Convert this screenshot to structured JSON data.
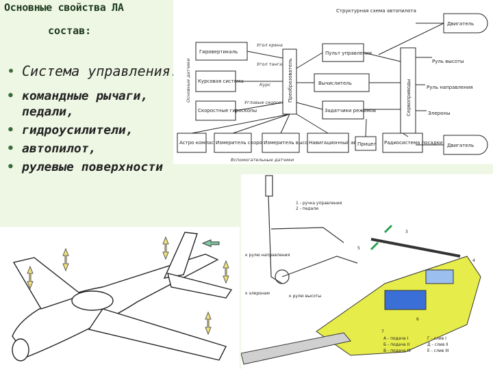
{
  "slide": {
    "title": "Основные свойства ЛА",
    "subtitle": "состав:",
    "bullets": [
      "Система управления:",
      "командные рычаги, педали,",
      "гидроусилители,",
      "автопилот,",
      " рулевые поверхности"
    ],
    "bullet_symbol": "•"
  },
  "diagram": {
    "heading": "Структурная схема автопилота",
    "blocks": {
      "gyro_vertical": "Гировертикаль",
      "course_system": "Курсовая система",
      "rate_gyros": "Скоростные гироскопы",
      "astro_compass": "Астро компас",
      "speed_meter": "Измеритель скорости",
      "altitude_meter": "Измеритель высоты",
      "nav_automat": "Навигационный автомат",
      "control_panel": "Пульт управления",
      "computer": "Вычислитель",
      "mode_setter": "Задатчики режимов",
      "converter": "Преобразователь",
      "servo": "Сервоприводы",
      "radio_landing": "Радиосистема посадки",
      "sight": "Прицел",
      "engine_top": "Двигатель",
      "engine_bottom": "Двигатель"
    },
    "labels": {
      "main_sensors": "Основные датчики",
      "aux_sensors": "Вспомогательные датчики",
      "bank_angle": "Угол крена",
      "pitch_angle": "Угол тангажа",
      "course": "Курс",
      "angular_rates": "Угловые скорости",
      "elevator": "Руль высоты",
      "rudder": "Руль направления",
      "ailerons": "Элероны"
    }
  },
  "mechanism": {
    "legend_1": "1 - ручка управления",
    "legend_2": "2 - педали",
    "label_3": "3",
    "label_4": "4",
    "label_5": "5",
    "label_6": "6",
    "label_7": "7",
    "caption_left": "к рулю направления",
    "caption_right": "к элеронам",
    "caption_bottom": "к рулю высоты",
    "legend_lines": [
      "А - подача I",
      "Б - подача II",
      "В - подача III",
      "Г - слив I",
      "Д - слив II",
      "Е - слив III"
    ]
  }
}
